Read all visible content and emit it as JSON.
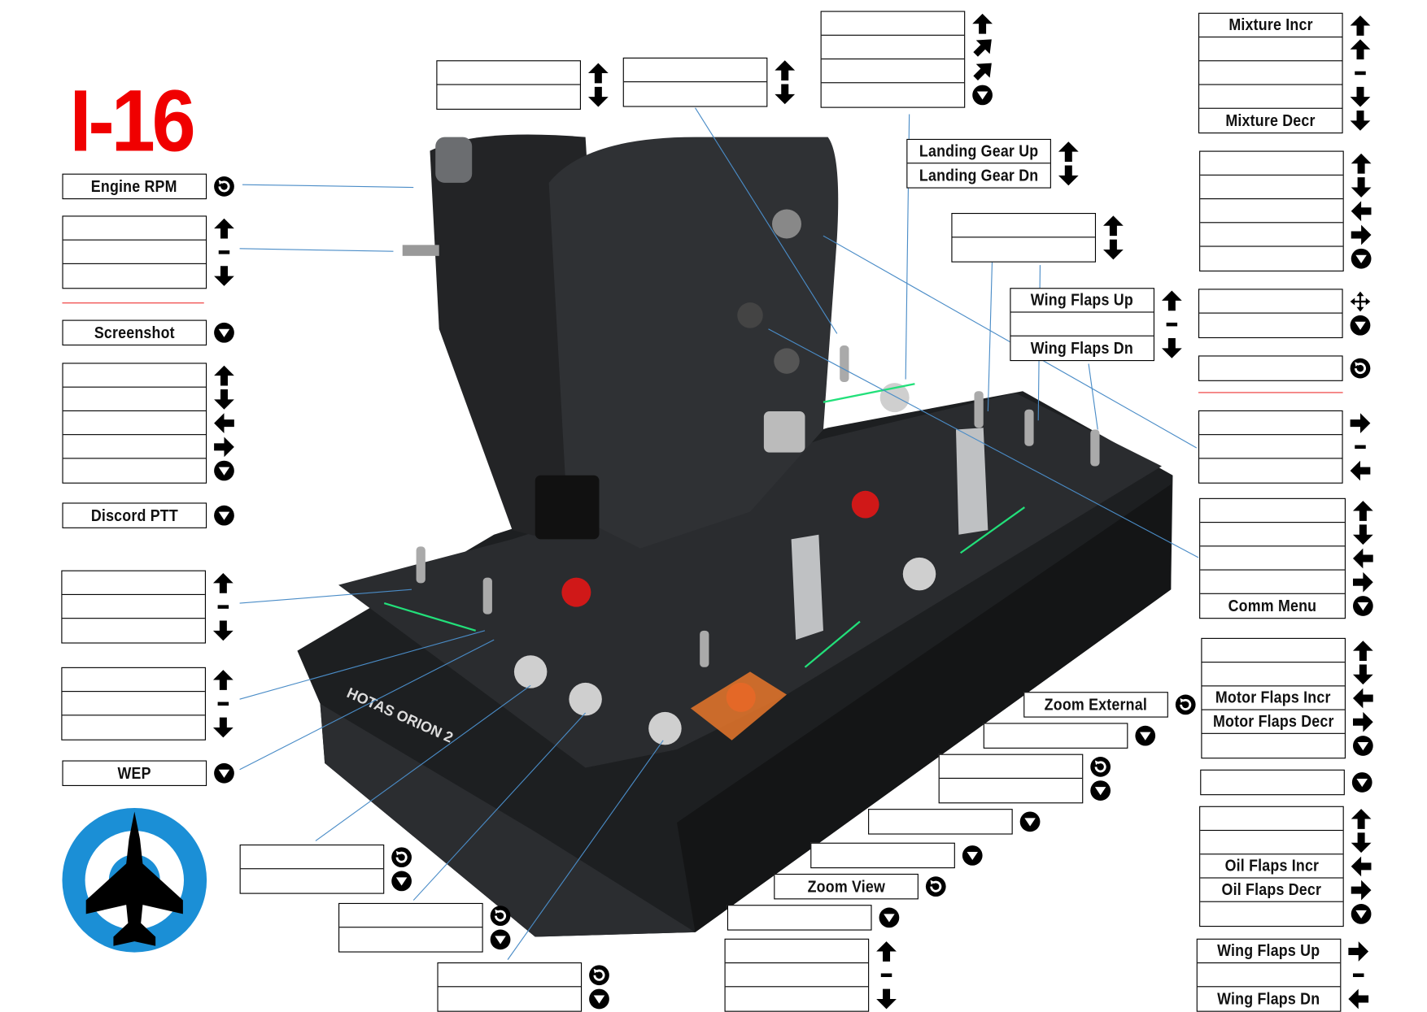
{
  "title": "I-16",
  "colors": {
    "accent": "#f00000",
    "roundel_blue": "#1b8fd6",
    "panel_green": "#22e07a",
    "leader_line": "#4a8cc7"
  },
  "device_brand": "HOTAS ORION 2",
  "groups": [
    {
      "id": "engine-rpm",
      "rows": [
        "Engine RPM"
      ],
      "icons": [
        "rotate-icon"
      ]
    },
    {
      "id": "left-axis-1",
      "rows": [
        "",
        "",
        ""
      ],
      "icons": [
        "arrow-up-icon",
        "dash-icon",
        "arrow-down-icon"
      ]
    },
    {
      "id": "screenshot",
      "rows": [
        "Screenshot"
      ],
      "icons": [
        "press-icon"
      ]
    },
    {
      "id": "left-hat-1",
      "rows": [
        "",
        "",
        "",
        "",
        ""
      ],
      "icons": [
        "arrow-up-icon",
        "arrow-down-icon",
        "arrow-left-icon",
        "arrow-right-icon",
        "press-icon"
      ]
    },
    {
      "id": "discord-ptt",
      "rows": [
        "Discord PTT"
      ],
      "icons": [
        "press-icon"
      ]
    },
    {
      "id": "left-toggle-1",
      "rows": [
        "",
        "",
        ""
      ],
      "icons": [
        "arrow-up-icon",
        "dash-icon",
        "arrow-down-icon"
      ]
    },
    {
      "id": "left-toggle-2",
      "rows": [
        "",
        "",
        ""
      ],
      "icons": [
        "arrow-up-icon",
        "dash-icon",
        "arrow-down-icon"
      ]
    },
    {
      "id": "wep",
      "rows": [
        "WEP"
      ],
      "icons": [
        "press-icon"
      ]
    },
    {
      "id": "top-1",
      "rows": [
        "",
        ""
      ],
      "icons": [
        "arrow-up-icon",
        "arrow-down-icon"
      ]
    },
    {
      "id": "top-2",
      "rows": [
        "",
        ""
      ],
      "icons": [
        "arrow-up-icon",
        "arrow-down-icon"
      ]
    },
    {
      "id": "top-3",
      "rows": [
        "",
        "",
        "",
        ""
      ],
      "icons": [
        "arrow-up-icon",
        "arrow-up-right-icon",
        "arrow-up-right-icon",
        "press-icon"
      ]
    },
    {
      "id": "mixture",
      "rows": [
        "Mixture Incr",
        "",
        "",
        "",
        "Mixture Decr"
      ],
      "icons": [
        "arrow-up-icon",
        "arrow-up-icon",
        "dash-icon",
        "arrow-down-icon",
        "arrow-down-icon"
      ]
    },
    {
      "id": "right-hat-1",
      "rows": [
        "",
        "",
        "",
        "",
        ""
      ],
      "icons": [
        "arrow-up-icon",
        "arrow-down-icon",
        "arrow-left-icon",
        "arrow-right-icon",
        "press-icon"
      ]
    },
    {
      "id": "right-mouse",
      "rows": [
        "",
        ""
      ],
      "icons": [
        "move-icon",
        "press-icon"
      ]
    },
    {
      "id": "right-rotary",
      "rows": [
        ""
      ],
      "icons": [
        "rotate-icon"
      ]
    },
    {
      "id": "right-toggle-1",
      "rows": [
        "",
        "",
        ""
      ],
      "icons": [
        "arrow-right-icon",
        "dash-icon",
        "arrow-left-icon"
      ]
    },
    {
      "id": "comm-hat",
      "rows": [
        "",
        "",
        "",
        "",
        "Comm Menu"
      ],
      "icons": [
        "arrow-up-icon",
        "arrow-down-icon",
        "arrow-left-icon",
        "arrow-right-icon",
        "press-icon"
      ]
    },
    {
      "id": "motor-flaps-hat",
      "rows": [
        "",
        "",
        "Motor Flaps Incr",
        "Motor Flaps Decr",
        ""
      ],
      "icons": [
        "arrow-up-icon",
        "arrow-down-icon",
        "arrow-left-icon",
        "arrow-right-icon",
        "press-icon"
      ]
    },
    {
      "id": "right-button-1",
      "rows": [
        ""
      ],
      "icons": [
        "press-icon"
      ]
    },
    {
      "id": "oil-flaps-hat",
      "rows": [
        "",
        "",
        "Oil Flaps Incr",
        "Oil Flaps Decr",
        ""
      ],
      "icons": [
        "arrow-up-icon",
        "arrow-down-icon",
        "arrow-left-icon",
        "arrow-right-icon",
        "press-icon"
      ]
    },
    {
      "id": "wing-flaps-bottom",
      "rows": [
        "Wing Flaps Up",
        "",
        "Wing Flaps Dn"
      ],
      "icons": [
        "arrow-right-icon",
        "dash-icon",
        "arrow-left-icon"
      ]
    },
    {
      "id": "landing-gear",
      "rows": [
        "Landing Gear Up",
        "Landing Gear Dn"
      ],
      "icons": [
        "arrow-up-icon",
        "arrow-down-icon"
      ]
    },
    {
      "id": "mid-toggle-1",
      "rows": [
        "",
        ""
      ],
      "icons": [
        "arrow-up-icon",
        "arrow-down-icon"
      ]
    },
    {
      "id": "wing-flaps-top",
      "rows": [
        "Wing Flaps Up",
        "",
        "Wing Flaps Dn"
      ],
      "icons": [
        "arrow-up-icon",
        "dash-icon",
        "arrow-down-icon"
      ]
    },
    {
      "id": "zoom-external",
      "rows": [
        "Zoom External"
      ],
      "icons": [
        "rotate-icon"
      ]
    },
    {
      "id": "mid-button-1",
      "rows": [
        ""
      ],
      "icons": [
        "press-icon"
      ]
    },
    {
      "id": "mid-encoder-1",
      "rows": [
        "",
        ""
      ],
      "icons": [
        "rotate-icon",
        "press-icon"
      ]
    },
    {
      "id": "mid-button-2",
      "rows": [
        ""
      ],
      "icons": [
        "press-icon"
      ]
    },
    {
      "id": "mid-button-3",
      "rows": [
        ""
      ],
      "icons": [
        "press-icon"
      ]
    },
    {
      "id": "zoom-view",
      "rows": [
        "Zoom View"
      ],
      "icons": [
        "rotate-icon"
      ]
    },
    {
      "id": "mid-button-4",
      "rows": [
        ""
      ],
      "icons": [
        "press-icon"
      ]
    },
    {
      "id": "mid-toggle-2",
      "rows": [
        "",
        "",
        ""
      ],
      "icons": [
        "arrow-up-icon",
        "dash-icon",
        "arrow-down-icon"
      ]
    },
    {
      "id": "bottom-encoder-1",
      "rows": [
        "",
        ""
      ],
      "icons": [
        "rotate-icon",
        "press-icon"
      ]
    },
    {
      "id": "bottom-encoder-2",
      "rows": [
        "",
        ""
      ],
      "icons": [
        "rotate-icon",
        "press-icon"
      ]
    },
    {
      "id": "bottom-encoder-3",
      "rows": [
        "",
        ""
      ],
      "icons": [
        "rotate-icon",
        "press-icon"
      ]
    }
  ]
}
